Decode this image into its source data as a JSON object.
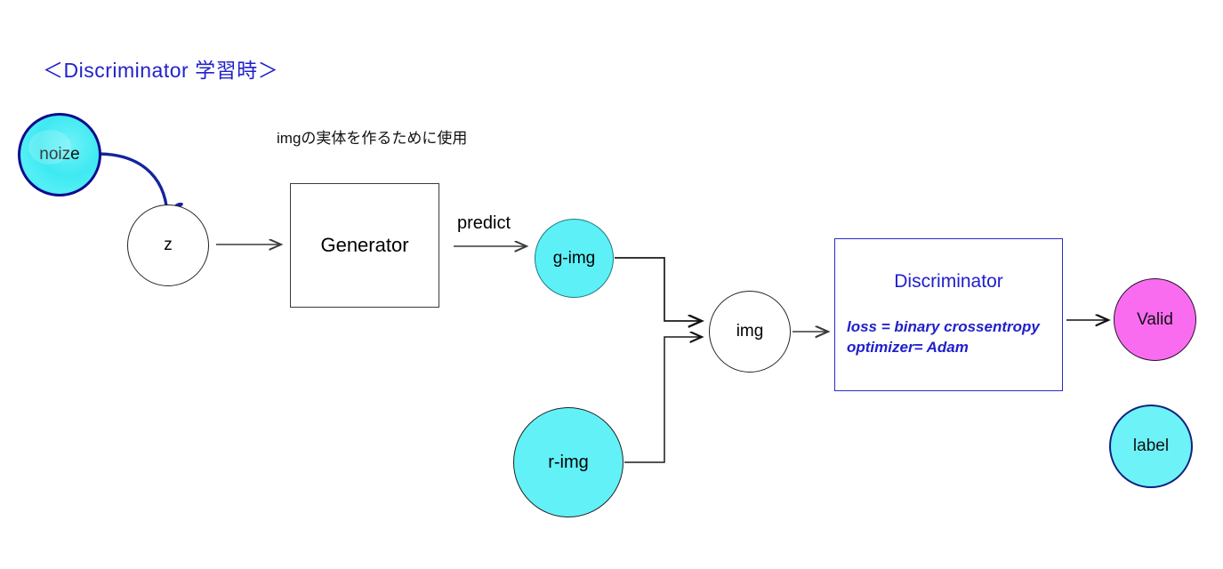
{
  "title": "＜Discriminator 学習時＞",
  "annotation": "imgの実体を作るために使用",
  "nodes": {
    "noize": "noize",
    "z": "z",
    "generator": "Generator",
    "g_img": "g-img",
    "r_img": "r-img",
    "img": "img",
    "valid": "Valid",
    "label": "label"
  },
  "discriminator": {
    "title": "Discriminator",
    "loss_line": "loss = binary crossentropy",
    "optimizer_line": "optimizer= Adam"
  },
  "edges": {
    "predict_label": "predict"
  },
  "colors": {
    "title_blue": "#2222cc",
    "discriminator_blue": "#2020cc",
    "cyan_fill": "#5df0f7",
    "magenta_fill": "#f96cf0",
    "navy_border": "#0c0c8e",
    "arrow_gray": "#3a3a3a",
    "curve_blue": "#14249e"
  }
}
